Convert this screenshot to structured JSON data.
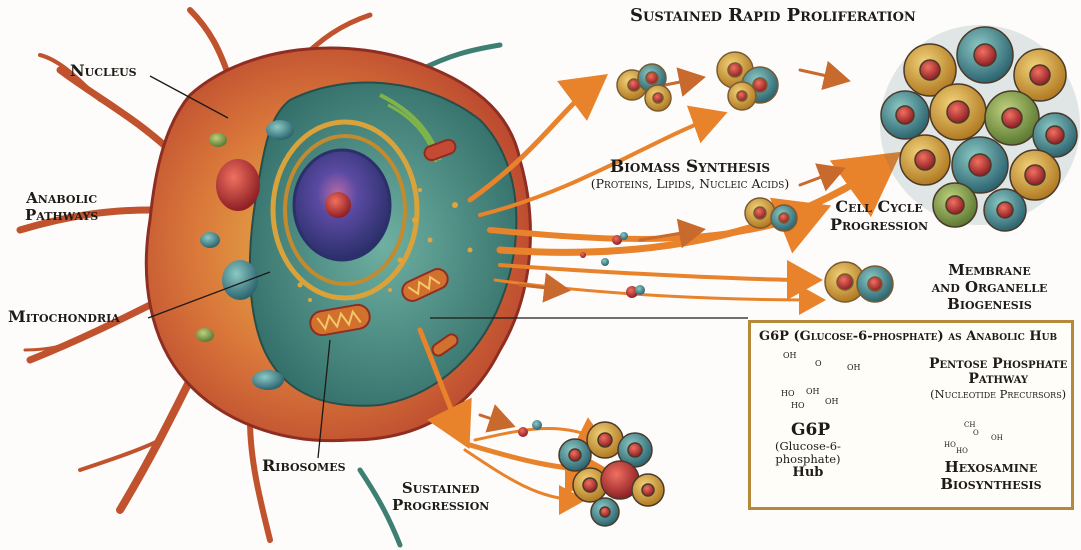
{
  "labels": {
    "nucleus": "Nucleus",
    "anabolic_pathways": [
      "Anabolic",
      "Pathways"
    ],
    "mitochondria": "Mitochondria",
    "ribosomes": "Ribosomes",
    "sustained_rapid_proliferation": "Sustained Rapid Proliferation",
    "biomass_synthesis": "Biomass Synthesis",
    "biomass_sub": "(Proteins, Lipids, Nucleic Acids)",
    "cell_cycle": [
      "Cell Cycle",
      "Progression"
    ],
    "membrane": [
      "Membrane",
      "and Organelle",
      "Biogenesis"
    ],
    "sustained_progression": [
      "Sustained",
      "Progression"
    ]
  },
  "hub": {
    "title": "G6P (Glucose-6-phosphate) as Anabolic Hub",
    "center_main": "G6P",
    "center_sub": [
      "(Glucose-6-",
      "phosphate)",
      "Hub"
    ],
    "ppp": [
      "Pentose Phosphate",
      "Pathway"
    ],
    "ppp_sub": "(Nucleotide Precursors)",
    "hex": [
      "Hexosamine",
      "Biosynthesis"
    ],
    "molecule_atoms": [
      "OH",
      "O",
      "OH",
      "OH",
      "OH",
      "HO",
      "HO"
    ],
    "molecule2_atoms": [
      "CH",
      "O",
      "OH",
      "HO",
      "HO"
    ],
    "accent_color": "#b48a3a",
    "arrow_color": "#e8822b"
  },
  "colors": {
    "cell_outer": "#c85a2e",
    "cell_inner": "#4a8a7c",
    "nucleus": "#3a4a9a",
    "arrow": "#e8822b"
  }
}
